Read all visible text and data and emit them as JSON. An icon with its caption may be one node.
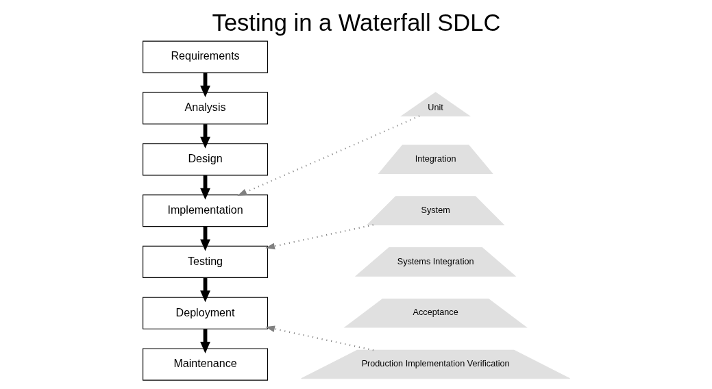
{
  "diagram": {
    "title": "Testing in a Waterfall SDLC",
    "nodes": [
      {
        "text": [
          "Requirements"
        ]
      },
      {
        "text": [
          "Analysis"
        ]
      },
      {
        "text": [
          "Design"
        ]
      },
      {
        "text": [
          "Implementation"
        ]
      },
      {
        "text": [
          "Testing"
        ]
      },
      {
        "text": [
          "Deployment"
        ]
      },
      {
        "text": [
          "Maintenance"
        ]
      },
      {
        "text": [
          "Unit"
        ]
      },
      {
        "text": [
          "Integration"
        ]
      },
      {
        "text": [
          "System"
        ]
      },
      {
        "text": [
          "Systems Integration"
        ]
      },
      {
        "text": [
          "Acceptance"
        ]
      },
      {
        "text": [
          "Production Implementation Verification"
        ]
      }
    ],
    "edges": [
      {
        "from": 0,
        "to": 1,
        "arrow": "to"
      },
      {
        "from": 1,
        "to": 2,
        "arrow": "to"
      },
      {
        "from": 2,
        "to": 3,
        "arrow": "to"
      },
      {
        "from": 3,
        "to": 4,
        "arrow": "to"
      },
      {
        "from": 4,
        "to": 5,
        "arrow": "to"
      },
      {
        "from": 5,
        "to": 6,
        "arrow": "to"
      },
      {
        "from": 7,
        "to": 3,
        "arrow": "to",
        "style": "dashed",
        "color": "#808080"
      },
      {
        "from": 9,
        "to": 4,
        "arrow": "to",
        "style": "dashed",
        "color": "#808080"
      },
      {
        "from": 12,
        "to": 5,
        "arrow": "to",
        "style": "dashed",
        "color": "#808080"
      }
    ]
  }
}
